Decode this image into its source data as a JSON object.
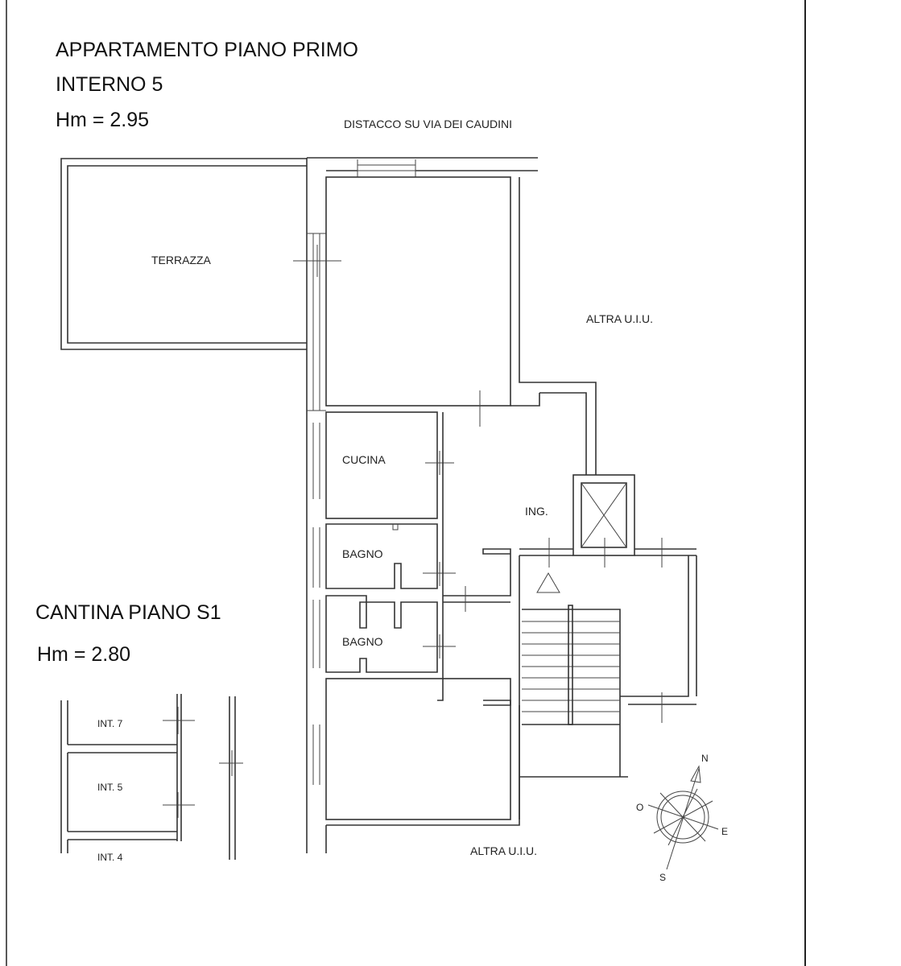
{
  "header": {
    "title_line1": "APPARTAMENTO PIANO PRIMO",
    "title_line2": "INTERNO 5",
    "height": "Hm = 2.95"
  },
  "plan": {
    "street_label": "DISTACCO SU VIA DEI CAUDINI",
    "rooms": {
      "terrazza": "TERRAZZA",
      "cucina": "CUCINA",
      "bagno1": "BAGNO",
      "bagno2": "BAGNO",
      "ingresso": "ING."
    },
    "neighbor_top": "ALTRA U.I.U.",
    "neighbor_bottom": "ALTRA U.I.U."
  },
  "cantina": {
    "title": "CANTINA PIANO S1",
    "height": "Hm = 2.80",
    "units": [
      "INT. 7",
      "INT. 5",
      "INT. 4"
    ]
  },
  "compass": {
    "n": "N",
    "s": "S",
    "e": "E",
    "o": "O"
  }
}
